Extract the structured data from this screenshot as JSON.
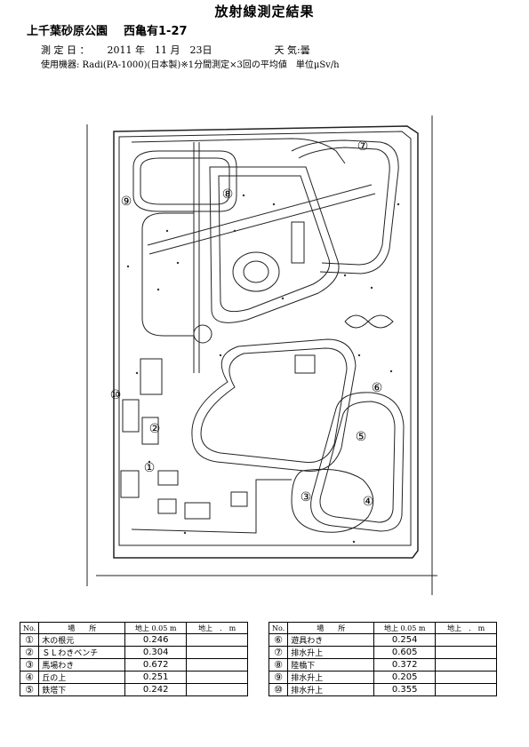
{
  "header": {
    "title": "放射線測定結果",
    "park_name": "上千葉砂原公園",
    "address": "西亀有1-27",
    "date_label": "測 定 日 ：",
    "date_value": "2011 年　11 月　23日",
    "weather_label": "天 気:",
    "weather_value": "曇",
    "equipment": "使用機器: Radi(PA-1000)(日本製)※1分間測定×3回の平均値　単位μSv/h"
  },
  "map": {
    "markers": [
      "①",
      "②",
      "③",
      "④",
      "⑤",
      "⑥",
      "⑦",
      "⑧",
      "⑨",
      "⑩"
    ]
  },
  "table": {
    "headers": {
      "no": "No.",
      "place": "場　　所",
      "h1": "地上 0.05 m",
      "h2": "地上　.　m"
    },
    "left": [
      {
        "no": "①",
        "place": "木の根元",
        "value": "0.246"
      },
      {
        "no": "②",
        "place": "ＳＬわきベンチ",
        "value": "0.304"
      },
      {
        "no": "③",
        "place": "馬場わき",
        "value": "0.672"
      },
      {
        "no": "④",
        "place": "丘の上",
        "value": "0.251"
      },
      {
        "no": "⑤",
        "place": "鉄塔下",
        "value": "0.242"
      }
    ],
    "right": [
      {
        "no": "⑥",
        "place": "遊具わき",
        "value": "0.254"
      },
      {
        "no": "⑦",
        "place": "排水升上",
        "value": "0.605"
      },
      {
        "no": "⑧",
        "place": "陸橋下",
        "value": "0.372"
      },
      {
        "no": "⑨",
        "place": "排水升上",
        "value": "0.205"
      },
      {
        "no": "⑩",
        "place": "排水升上",
        "value": "0.355"
      }
    ]
  }
}
